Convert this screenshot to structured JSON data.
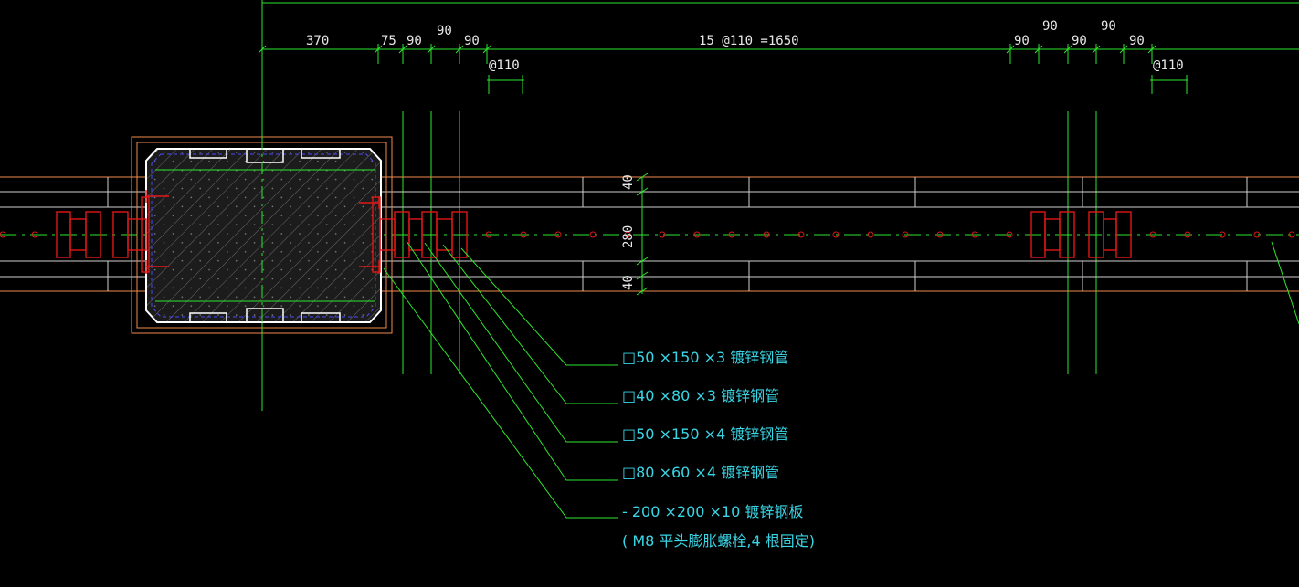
{
  "dimensions_top": [
    {
      "id": "d370",
      "text": "370"
    },
    {
      "id": "d75",
      "text": "75"
    },
    {
      "id": "d90a",
      "text": "90"
    },
    {
      "id": "d90b",
      "text": "90"
    },
    {
      "id": "d90c",
      "text": "90"
    },
    {
      "id": "dmain",
      "text": "15 @110 =1650"
    },
    {
      "id": "d90d",
      "text": "90"
    },
    {
      "id": "d90e",
      "text": "90"
    },
    {
      "id": "d90f",
      "text": "90"
    },
    {
      "id": "d90g",
      "text": "90"
    },
    {
      "id": "d90h",
      "text": "90"
    }
  ],
  "spacing_labels": {
    "left": "@110",
    "right": "@110"
  },
  "dimensions_side": {
    "top": "40",
    "middle": "280",
    "bottom": "40"
  },
  "leaders": [
    {
      "text": "□50 ×150 ×3 镀锌钢管"
    },
    {
      "text": "□40 ×80 ×3 镀锌钢管"
    },
    {
      "text": "□50 ×150 ×4 镀锌钢管"
    },
    {
      "text": "□80 ×60 ×4 镀锌钢管"
    },
    {
      "text": "- 200 ×200 ×10 镀锌钢板"
    },
    {
      "text": "( M8 平头膨胀螺栓,4 根固定)"
    }
  ],
  "colors": {
    "background": "#000000",
    "dimension": "#2ee62e",
    "steel": "#e01818",
    "rail": "#cfcfcf",
    "outline": "#f08a4b",
    "leader_text": "#39d6e6"
  }
}
